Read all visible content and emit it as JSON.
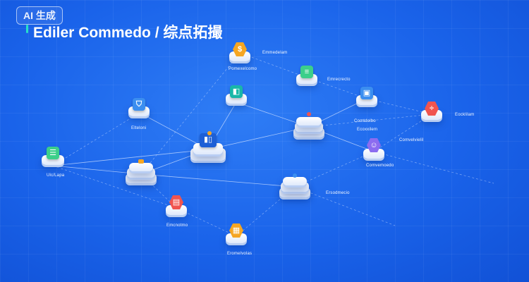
{
  "badge": "AI 生成",
  "title": "Ediler Commedo / 综点拓撮",
  "colors": {
    "accent": "#27e0c8",
    "orange": "#f5a623",
    "green": "#3ccf8a",
    "teal": "#18b7a8",
    "blue": "#3b8ef0",
    "red": "#f0544f",
    "purple": "#8c6cf0",
    "edge": "#cfe0ff"
  },
  "nodes": {
    "n_top": {
      "label": "Emmedelam",
      "icon": "dollar-icon"
    },
    "n_top_sub": {
      "label": "Pomexelcomo"
    },
    "n_upper_right": {
      "label": "Emrecrecto",
      "icon": "book-icon"
    },
    "n_top_mid": {
      "icon": "bookmark-icon"
    },
    "n_right_box": {
      "label": "Comtdolbo",
      "icon": "cube-icon"
    },
    "n_far_right": {
      "label": "Eocklilam",
      "icon": "divide-icon"
    },
    "n_left_upper": {
      "label": "Elteloni",
      "icon": "shield-icon"
    },
    "n_center": {
      "icon": "chart-icon"
    },
    "n_mid_right": {
      "label": "Ecoxxilem",
      "icon": "pin-icon"
    },
    "n_purple": {
      "label": "Comvemoedo",
      "icon": "person-icon"
    },
    "n_purple_right": {
      "label": "Comvelvielil"
    },
    "n_left": {
      "label": "Ulc/Lapa",
      "icon": "list-icon"
    },
    "n_stack_left": {
      "icon": "stack-icon"
    },
    "n_red": {
      "label": "Emcnotmo",
      "icon": "doc-icon"
    },
    "n_bottom": {
      "label": "Eromelvolas",
      "icon": "table-icon"
    },
    "n_lower_right": {
      "label": "Ersodmecio",
      "icon": "gear-icon"
    }
  }
}
